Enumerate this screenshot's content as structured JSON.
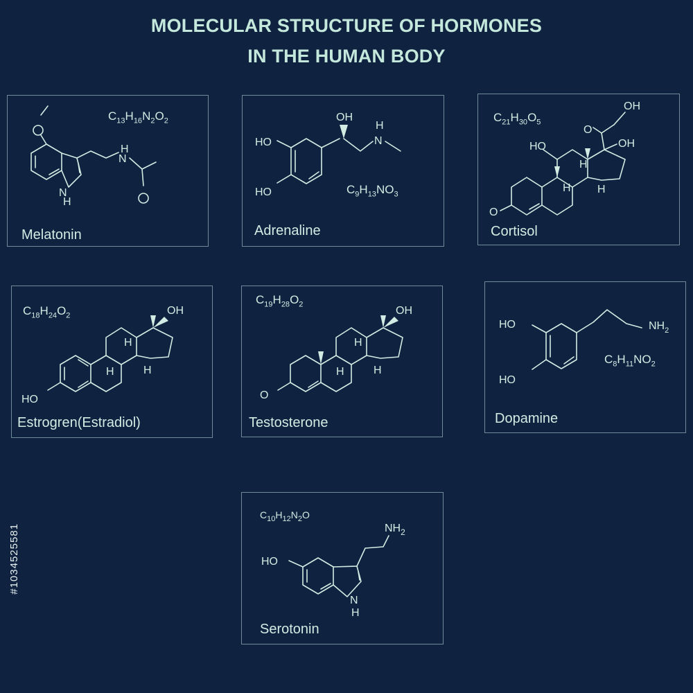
{
  "title": {
    "line1": "MOLECULAR STRUCTURE OF HORMONES",
    "line2": "IN THE HUMAN BODY"
  },
  "stock_id": "#1034525581",
  "hormones": [
    {
      "name": "Melatonin",
      "formula": [
        "C",
        "13",
        "H",
        "16",
        "N",
        "2",
        "O",
        "2"
      ]
    },
    {
      "name": "Adrenaline",
      "formula": [
        "C",
        "9",
        "H",
        "13",
        "NO",
        "3"
      ]
    },
    {
      "name": "Cortisol",
      "formula": [
        "C",
        "21",
        "H",
        "30",
        "O",
        "5"
      ]
    },
    {
      "name": "Estrogren(Estradiol)",
      "formula": [
        "C",
        "18",
        "H",
        "24",
        "O",
        "2"
      ]
    },
    {
      "name": "Testosterone",
      "formula": [
        "C",
        "19",
        "H",
        "28",
        "O",
        "2"
      ]
    },
    {
      "name": "Dopamine",
      "formula": [
        "C",
        "8",
        "H",
        "11",
        "NO",
        "2"
      ]
    },
    {
      "name": "Serotonin",
      "formula": [
        "C",
        "10",
        "H",
        "12",
        "N",
        "2",
        "O"
      ]
    }
  ],
  "atom_labels": {
    "oh": "OH",
    "ho": "HO",
    "h": "H",
    "n": "N",
    "nh": "NH",
    "nh2_base": "NH",
    "sub2": "2",
    "o": "O"
  },
  "colors": {
    "background": "#0f2340",
    "title": "#c4e8dc",
    "lines": "#d2ece4",
    "border": "#6f8a98"
  }
}
